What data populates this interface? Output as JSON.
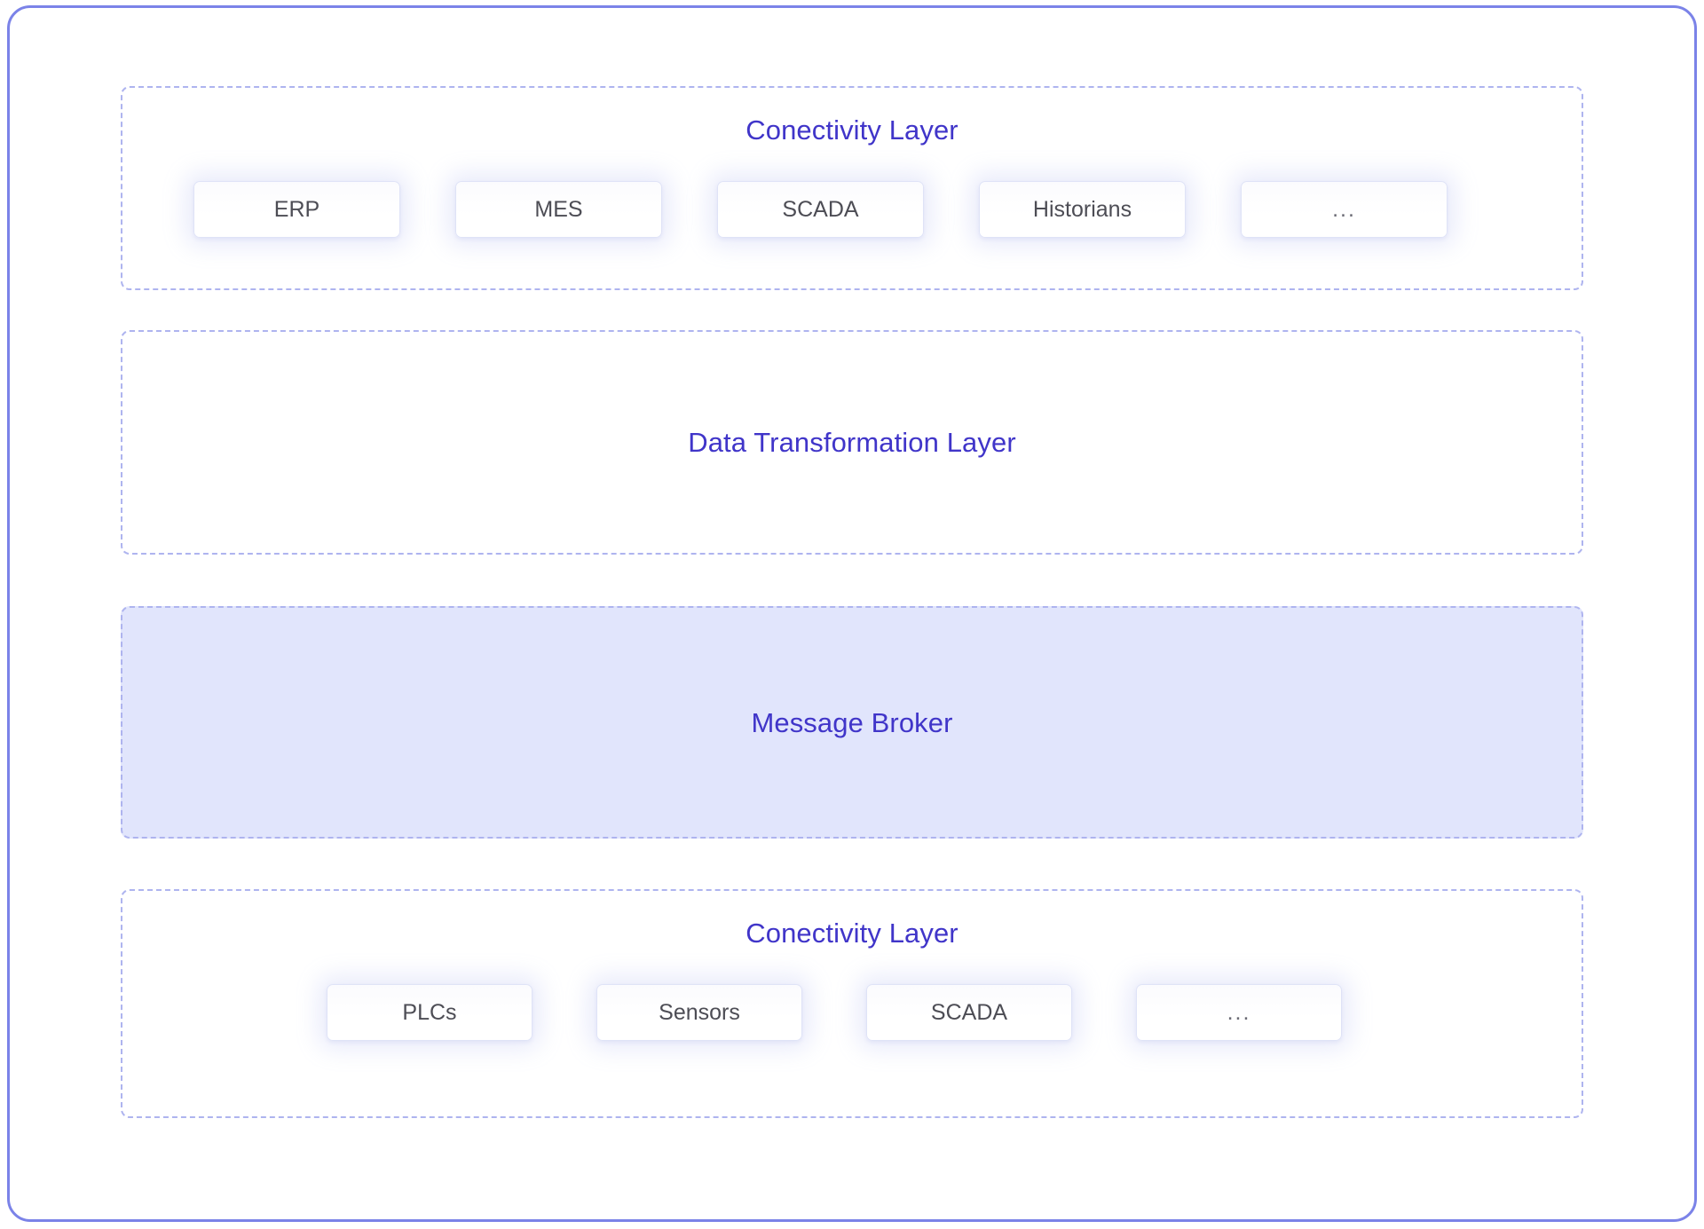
{
  "diagram": {
    "frame": {
      "border_color": "#7b83e8",
      "background": "#ffffff"
    },
    "accent_color": "#4035c9",
    "dashed_border_color": "#aeb4ef",
    "broker_fill_color": "#e1e5fc",
    "chip_text_color": "#4d4d55",
    "layers": [
      {
        "id": "connectivity-top",
        "title": "Conectivity Layer",
        "items": [
          {
            "label": "ERP"
          },
          {
            "label": "MES"
          },
          {
            "label": "SCADA"
          },
          {
            "label": "Historians"
          },
          {
            "label": "..."
          }
        ]
      },
      {
        "id": "data-transformation",
        "title": "Data Transformation Layer",
        "items": []
      },
      {
        "id": "message-broker",
        "title": "Message Broker",
        "items": []
      },
      {
        "id": "connectivity-bottom",
        "title": "Conectivity Layer",
        "items": [
          {
            "label": "PLCs"
          },
          {
            "label": "Sensors"
          },
          {
            "label": "SCADA"
          },
          {
            "label": "..."
          }
        ]
      }
    ]
  }
}
